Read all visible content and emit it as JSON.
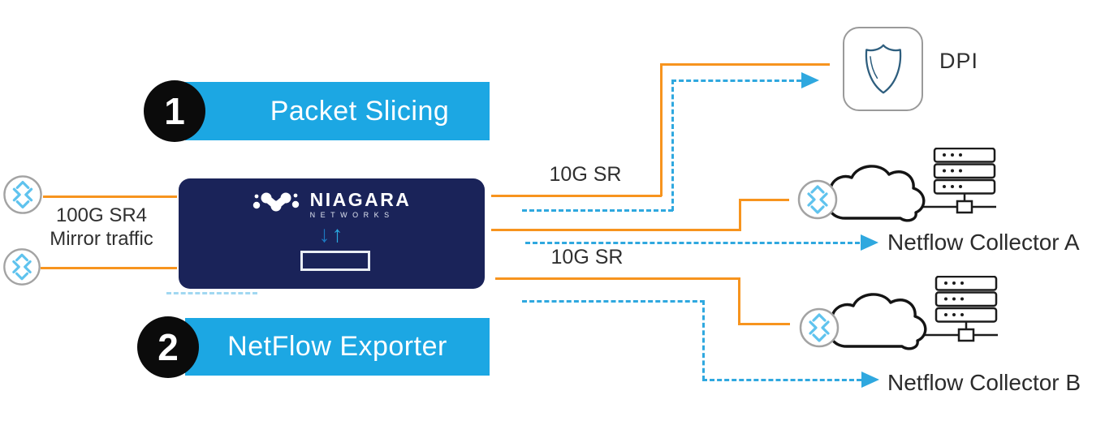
{
  "diagram": {
    "steps": [
      {
        "number": "1",
        "title": "Packet Slicing"
      },
      {
        "number": "2",
        "title": "NetFlow Exporter"
      }
    ],
    "source": {
      "speed_label": "100G SR4",
      "traffic_label": "Mirror traffic"
    },
    "device": {
      "brand": "NIAGARA",
      "brand_sub": "NETWORKS",
      "rx_arrow": "↓",
      "tx_arrow": "↑"
    },
    "links": {
      "dpi_speed": "10G SR",
      "netflow_speed": "10G SR"
    },
    "destinations": {
      "dpi": "DPI",
      "collector_a": "Netflow Collector A",
      "collector_b": "Netflow Collector B"
    },
    "icons": {
      "router": "router-icon",
      "cloud": "cloud-icon",
      "server_rack": "server-rack-icon",
      "shield": "shield-icon"
    },
    "colors": {
      "accent_blue": "#1CA7E3",
      "navy": "#1A2359",
      "orange": "#F7941E",
      "dash_blue": "#2FA8DF"
    }
  }
}
